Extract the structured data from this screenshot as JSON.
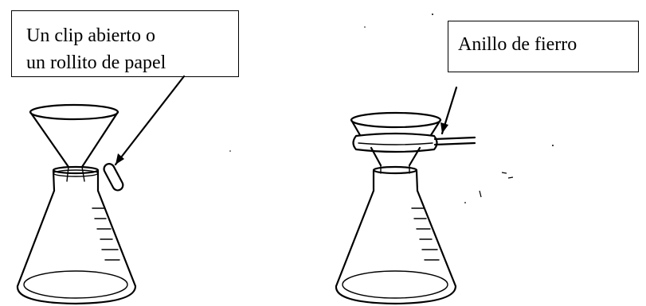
{
  "labels": {
    "left": {
      "lines": [
        "Un clip abierto o",
        "un rollito de papel"
      ]
    },
    "right": {
      "lines": [
        "Anillo de fierro"
      ]
    }
  }
}
